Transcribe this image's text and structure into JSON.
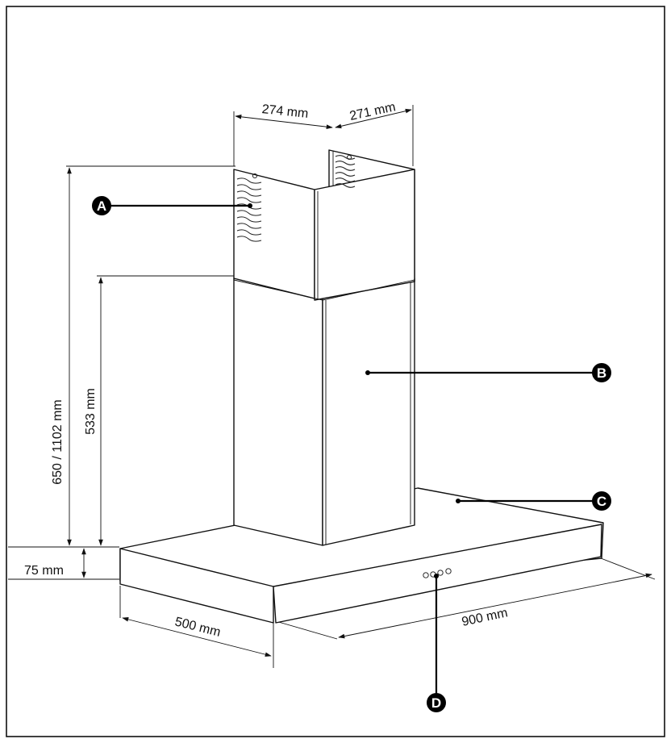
{
  "dimensions": {
    "chimney_depth": "274 mm",
    "chimney_width": "271 mm",
    "total_height": "650 / 1102 mm",
    "lower_chimney_height": "533 mm",
    "canopy_thickness": "75 mm",
    "canopy_depth": "500 mm",
    "canopy_width": "900 mm"
  },
  "callouts": {
    "a": "A",
    "b": "B",
    "c": "C",
    "d": "D"
  }
}
